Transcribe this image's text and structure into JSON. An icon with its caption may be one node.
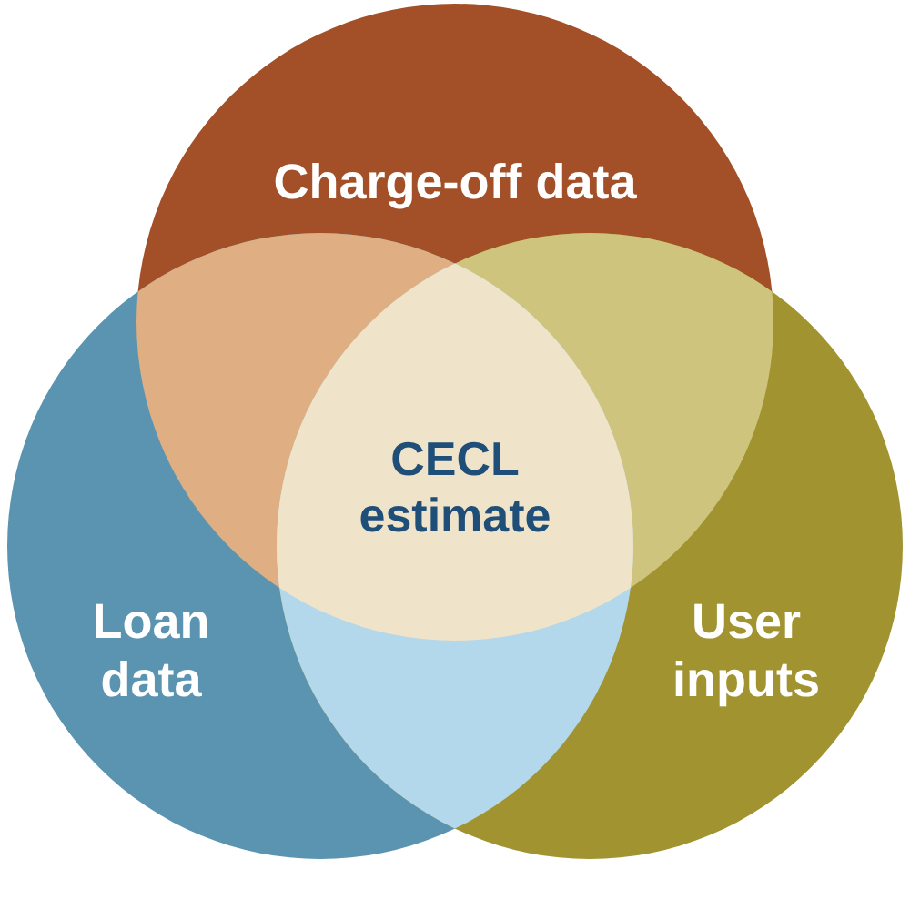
{
  "diagram": {
    "nodes": [
      {
        "text": [
          "Charge-off data"
        ]
      },
      {
        "text": [
          "Loan data"
        ]
      },
      {
        "text": [
          "User inputs"
        ]
      },
      {
        "text": [
          "CECL estimate"
        ]
      }
    ]
  }
}
